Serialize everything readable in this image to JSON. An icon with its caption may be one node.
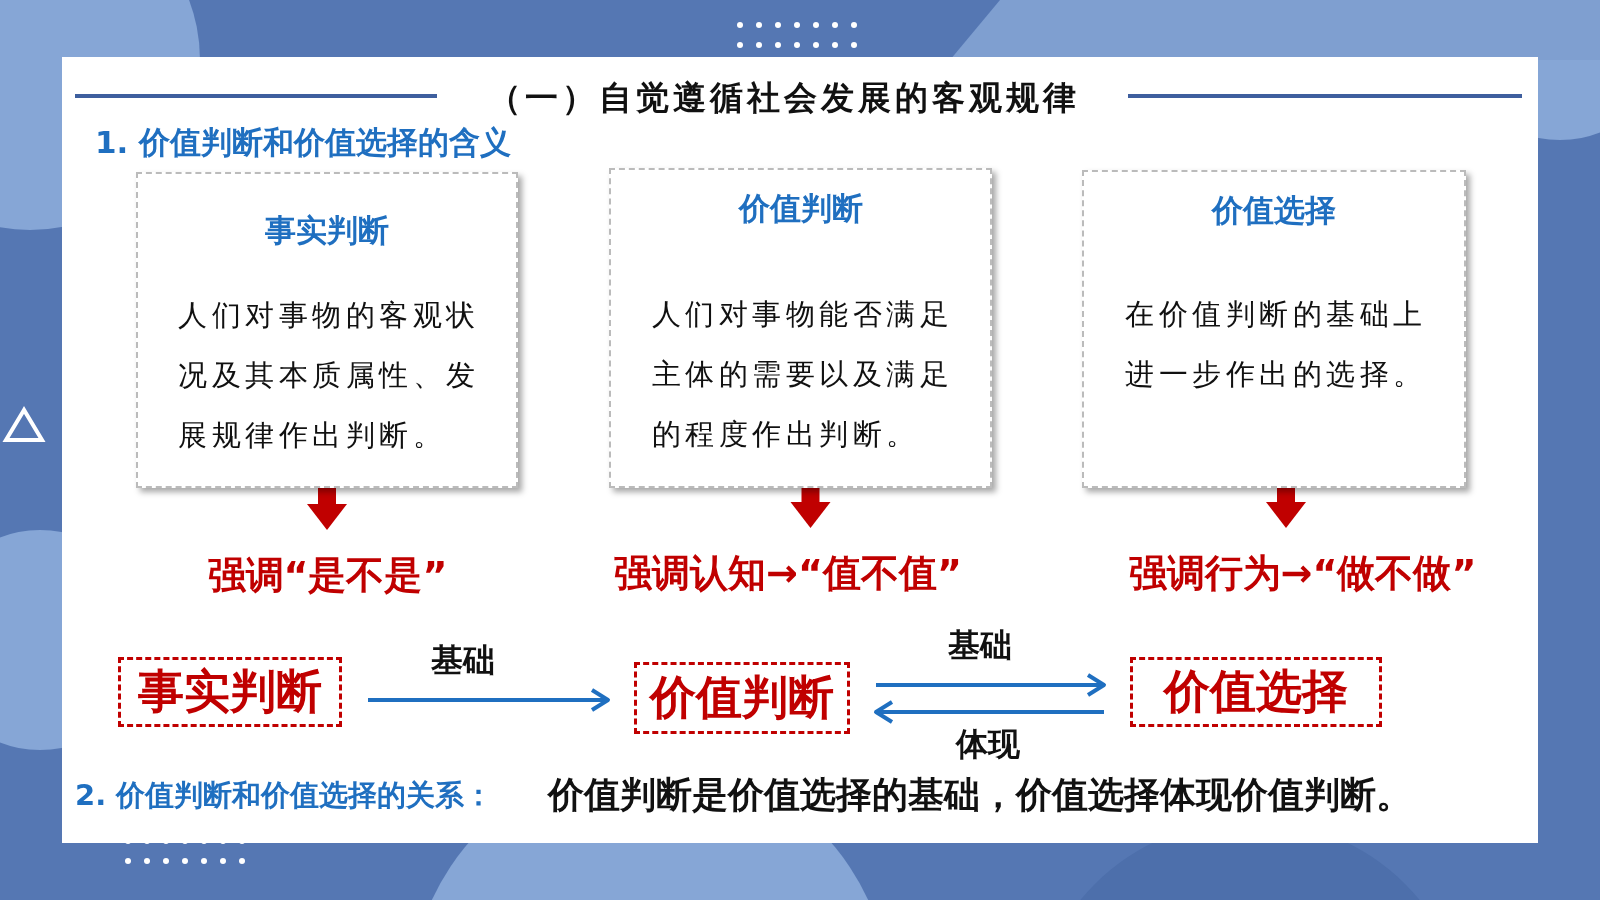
{
  "diagram": {
    "title": "（一）自觉遵循社会发展的客观规律",
    "nodes": [
      {
        "text": [
          "事实判断",
          "人们对事物的客观状况及其本质属性、发展规律作出判断。"
        ]
      },
      {
        "text": [
          "价值判断",
          "人们对事物能否满足主体的需要以及满足的程度作出判断。"
        ]
      },
      {
        "text": [
          "价值选择",
          "在价值判断的基础上进一步作出的选择。"
        ]
      },
      {
        "text": [
          "强调“是不是”"
        ]
      },
      {
        "text": [
          "强调认知→“值不值”"
        ]
      },
      {
        "text": [
          "强调行为→“做不做”"
        ]
      },
      {
        "text": [
          "事实判断"
        ]
      },
      {
        "text": [
          "价值判断"
        ]
      },
      {
        "text": [
          "价值选择"
        ]
      }
    ],
    "edges": [
      {
        "from": 0,
        "to": 3,
        "arrow": "to",
        "style": "thick",
        "color": "#c00000"
      },
      {
        "from": 1,
        "to": 4,
        "arrow": "to",
        "style": "thick",
        "color": "#c00000"
      },
      {
        "from": 2,
        "to": 5,
        "arrow": "to",
        "style": "thick",
        "color": "#c00000"
      },
      {
        "from": 6,
        "to": 7,
        "arrow": "to",
        "label": "基础",
        "color": "#1f6fc0"
      },
      {
        "from": 7,
        "to": 8,
        "arrow": "to",
        "label": "基础",
        "color": "#1f6fc0"
      },
      {
        "from": 8,
        "to": 7,
        "arrow": "to",
        "label": "体现",
        "color": "#1f6fc0"
      }
    ],
    "labels": [
      "1. 价值判断和价值选择的含义",
      "2. 价值判断和价值选择的关系：",
      "价值判断是价值选择的基础，价值选择体现价值判断。"
    ]
  }
}
